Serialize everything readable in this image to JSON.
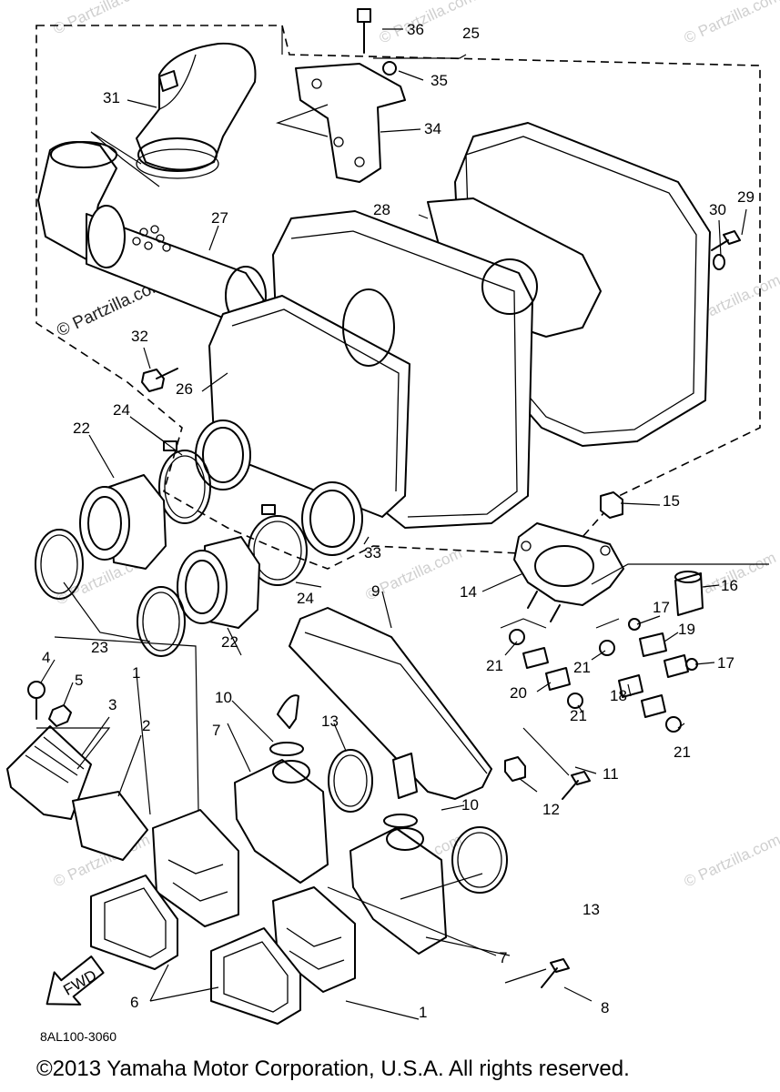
{
  "diagram": {
    "part_numbers": [
      "1",
      "2",
      "3",
      "4",
      "5",
      "6",
      "7",
      "8",
      "9",
      "10",
      "11",
      "12",
      "13",
      "14",
      "15",
      "16",
      "17",
      "18",
      "19",
      "20",
      "21",
      "22",
      "23",
      "24",
      "25",
      "26",
      "27",
      "28",
      "29",
      "30",
      "31",
      "32",
      "33",
      "34",
      "35",
      "36"
    ],
    "callouts": {
      "n36": "36",
      "n35": "35",
      "n25": "25",
      "n34": "34",
      "n31": "31",
      "n27": "27",
      "n28": "28",
      "n30": "30",
      "n29": "29",
      "n32": "32",
      "n26": "26",
      "n24a": "24",
      "n24b": "24",
      "n22a": "22",
      "n22b": "22",
      "n23": "23",
      "n33": "33",
      "n15": "15",
      "n14": "14",
      "n16": "16",
      "n9": "9",
      "n17a": "17",
      "n17b": "17",
      "n19": "19",
      "n21a": "21",
      "n21b": "21",
      "n21c": "21",
      "n21d": "21",
      "n20": "20",
      "n18": "18",
      "n4": "4",
      "n5": "5",
      "n1a": "1",
      "n1b": "1",
      "n3": "3",
      "n2": "2",
      "n10a": "10",
      "n10b": "10",
      "n7a": "7",
      "n7b": "7",
      "n13a": "13",
      "n13b": "13",
      "n11": "11",
      "n12": "12",
      "n6": "6",
      "n8": "8"
    },
    "fwd_label": "FWD",
    "diagram_code": "8AL100-3060",
    "watermark_text": "© Partzilla.com"
  },
  "footer": {
    "copyright": "©2013 Yamaha Motor Corporation, U.S.A. All rights reserved."
  }
}
